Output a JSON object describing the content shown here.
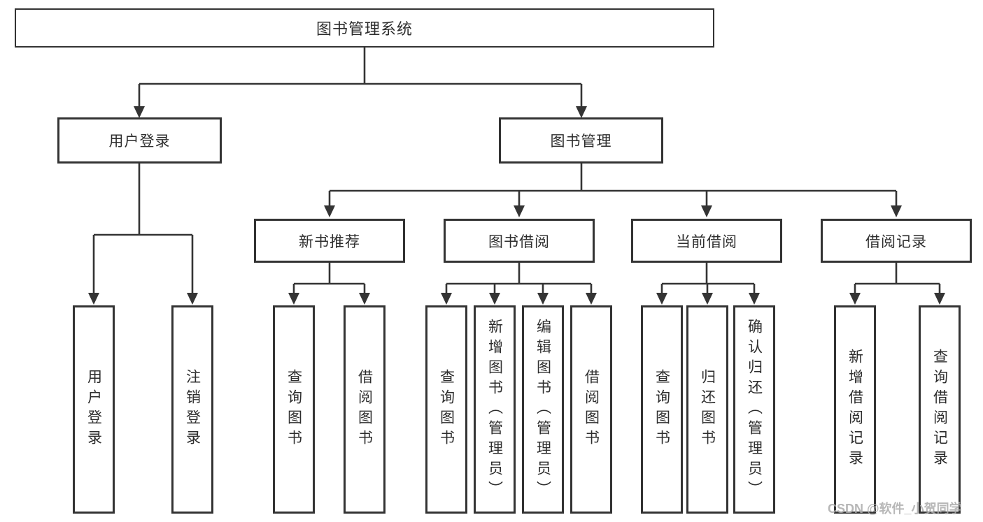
{
  "root_label": "图书管理系统",
  "tree": {
    "user_login": {
      "label": "用户登录",
      "leaves": [
        "用户登录",
        "注销登录"
      ]
    },
    "book_mgmt": {
      "label": "图书管理",
      "groups": [
        {
          "label": "新书推荐",
          "leaves": [
            "查询图书",
            "借阅图书"
          ]
        },
        {
          "label": "图书借阅",
          "leaves": [
            "查询图书",
            "新增图书（管理员）",
            "编辑图书（管理员）",
            "借阅图书"
          ]
        },
        {
          "label": "当前借阅",
          "leaves": [
            "查询图书",
            "归还图书",
            "确认归还（管理员）"
          ]
        },
        {
          "label": "借阅记录",
          "leaves": [
            "新增借阅记录",
            "查询借阅记录"
          ]
        }
      ]
    }
  },
  "watermark": "CSDN @软件_小贺同学",
  "colors": {
    "line": "#343434",
    "box_border": "#333333",
    "text": "#2d2d2d",
    "watermark": "#ababab",
    "background": "#ffffff"
  }
}
